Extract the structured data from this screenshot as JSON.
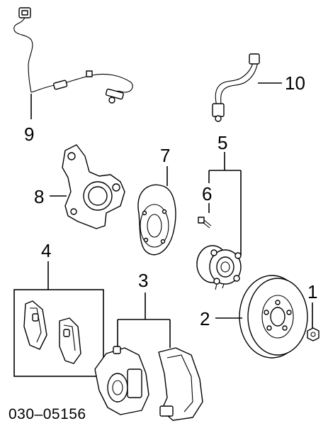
{
  "diagram": {
    "callouts": [
      {
        "id": "1",
        "text": "1",
        "part": "lug-nut"
      },
      {
        "id": "2",
        "text": "2",
        "part": "brake-rotor"
      },
      {
        "id": "3",
        "text": "3",
        "part": "brake-caliper-assembly"
      },
      {
        "id": "4",
        "text": "4",
        "part": "brake-pad-set"
      },
      {
        "id": "5",
        "text": "5",
        "part": "wheel-hub-assembly"
      },
      {
        "id": "6",
        "text": "6",
        "part": "wheel-stud"
      },
      {
        "id": "7",
        "text": "7",
        "part": "dust-shield"
      },
      {
        "id": "8",
        "text": "8",
        "part": "steering-knuckle"
      },
      {
        "id": "9",
        "text": "9",
        "part": "abs-wheel-speed-sensor"
      },
      {
        "id": "10",
        "text": "10",
        "part": "brake-hose"
      }
    ],
    "catalog_code": "030–05156"
  }
}
